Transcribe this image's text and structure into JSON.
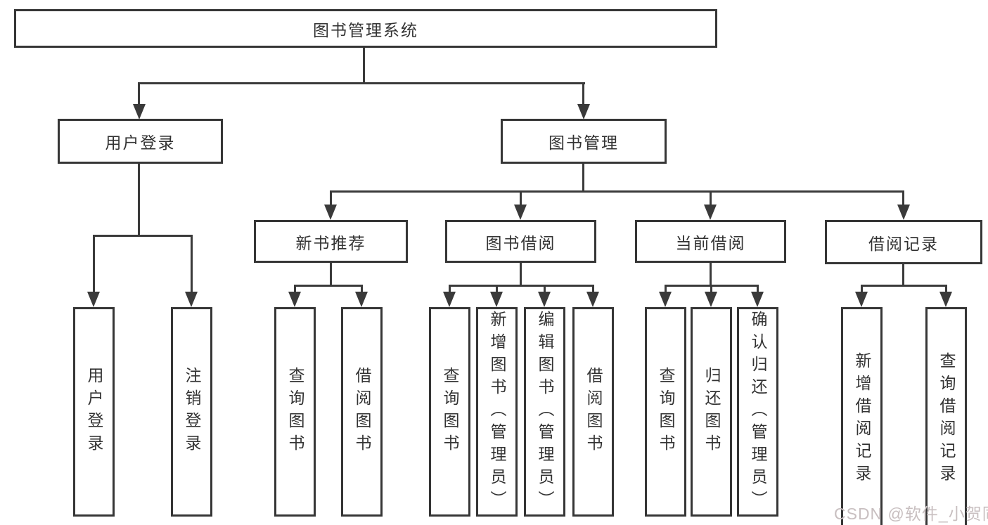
{
  "nodes": {
    "root": {
      "label": "图书管理系统"
    },
    "user_login": {
      "label": "用户登录"
    },
    "book_mgmt": {
      "label": "图书管理"
    },
    "new_book_rec": {
      "label": "新书推荐"
    },
    "book_borrow": {
      "label": "图书借阅"
    },
    "current_borrow": {
      "label": "当前借阅"
    },
    "borrow_records": {
      "label": "借阅记录"
    },
    "ul_user_login": {
      "label": "用户登录"
    },
    "ul_logout": {
      "label": "注销登录"
    },
    "nbr_query_books": {
      "label": "查询图书"
    },
    "nbr_borrow_books": {
      "label": "借阅图书"
    },
    "bb_query_books": {
      "label": "查询图书"
    },
    "bb_add_books": {
      "label": "新增图书（管理员）"
    },
    "bb_edit_books": {
      "label": "编辑图书（管理员）"
    },
    "bb_borrow_books": {
      "label": "借阅图书"
    },
    "cb_query_books": {
      "label": "查询图书"
    },
    "cb_return_books": {
      "label": "归还图书"
    },
    "cb_confirm_return": {
      "label": "确认归还（管理员）"
    },
    "br_add_record": {
      "label": "新增借阅记录"
    },
    "br_query_record": {
      "label": "查询借阅记录"
    }
  },
  "hierarchy": {
    "root": "图书管理系统",
    "children": [
      {
        "label": "用户登录",
        "children": [
          "用户登录",
          "注销登录"
        ]
      },
      {
        "label": "图书管理",
        "children": [
          {
            "label": "新书推荐",
            "children": [
              "查询图书",
              "借阅图书"
            ]
          },
          {
            "label": "图书借阅",
            "children": [
              "查询图书",
              "新增图书（管理员）",
              "编辑图书（管理员）",
              "借阅图书"
            ]
          },
          {
            "label": "当前借阅",
            "children": [
              "查询图书",
              "归还图书",
              "确认归还（管理员）"
            ]
          },
          {
            "label": "借阅记录",
            "children": [
              "新增借阅记录",
              "查询借阅记录"
            ]
          }
        ]
      }
    ]
  },
  "watermark": {
    "text": "CSDN @软件_小贺同学"
  },
  "colors": {
    "line": "#3a3a3a",
    "border": "#363636",
    "text": "#333333",
    "background": "#ffffff",
    "watermark": "#c8bfc0"
  }
}
